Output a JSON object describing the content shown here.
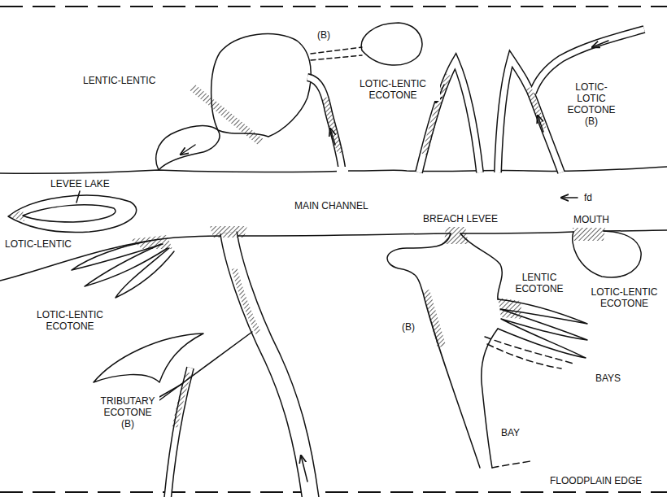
{
  "diagram": {
    "labels": [
      "(B)",
      "LENTIC-LENTIC",
      "LOTIC-LENTIC ECOTONE",
      "LOTIC-LOTIC ECOTONE (B)",
      "LEVEE LAKE",
      "MAIN CHANNEL",
      "fd",
      "LOTIC-LENTIC",
      "BREACH LEVEE",
      "MOUTH",
      "LOTIC-LENTIC ECOTONE",
      "LENTIC ECOTONE",
      "LOTIC-LENTIC ECOTONE",
      "BAYS",
      "(B)",
      "BAY",
      "TRIBUTARY ECOTONE (B)",
      "FLOODPLAIN EDGE"
    ]
  }
}
